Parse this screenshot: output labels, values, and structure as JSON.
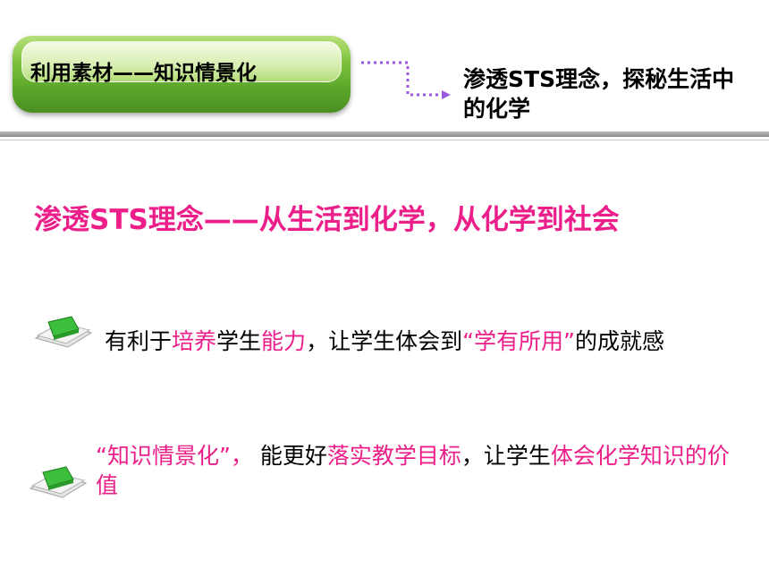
{
  "header": {
    "pill_label": "利用素材——知识情景化",
    "side_note_parts": [
      "渗透",
      "STS",
      "理念，探秘生活中的化学"
    ]
  },
  "heading": {
    "parts": [
      "渗透",
      "STS",
      "理念——从生活到化学，从化学到社会"
    ]
  },
  "bullets": [
    {
      "segments": [
        {
          "text": "有利于",
          "pink": false
        },
        {
          "text": "培养",
          "pink": true
        },
        {
          "text": "学生",
          "pink": false
        },
        {
          "text": "能力",
          "pink": true
        },
        {
          "text": "，让学生体会到",
          "pink": false
        },
        {
          "text": "“学有所用”",
          "pink": true
        },
        {
          "text": "的成就感",
          "pink": false
        }
      ]
    },
    {
      "segments": [
        {
          "text": "“知识情景化”，",
          "pink": true
        },
        {
          "text": " 能更好",
          "pink": false
        },
        {
          "text": "落实教学目标",
          "pink": true
        },
        {
          "text": "，让学生",
          "pink": false
        },
        {
          "text": "体会化学知识的价值",
          "pink": true
        }
      ]
    }
  ],
  "colors": {
    "accent_pink": "#ec1f8a",
    "pill_green": "#5aa52a",
    "connector_purple": "#9b59e0"
  },
  "icons": [
    "green-stack-bullet-icon",
    "dotted-arrow-icon"
  ]
}
